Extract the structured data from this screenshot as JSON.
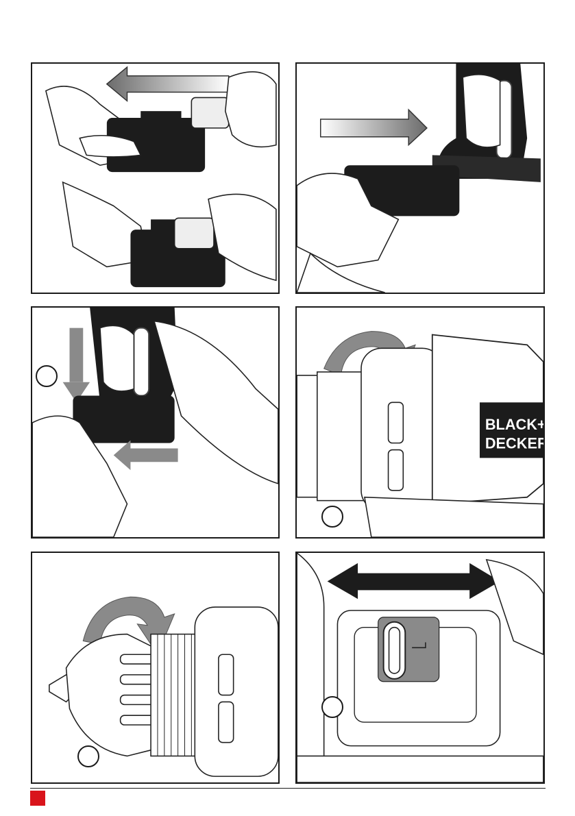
{
  "panels": [
    {
      "name": "fig-a",
      "caption": ""
    },
    {
      "name": "fig-b",
      "caption": ""
    },
    {
      "name": "fig-c",
      "caption": ""
    },
    {
      "name": "fig-d",
      "caption": ""
    },
    {
      "name": "fig-e",
      "caption": ""
    },
    {
      "name": "fig-f",
      "caption": ""
    }
  ],
  "brand": {
    "line1": "BLACK+",
    "line2": "DECKER"
  },
  "colors": {
    "accent": "#d9141b",
    "battery": "#1c1c1c",
    "arrow_gray": "#8a8a8a",
    "outline": "#1a1a1a"
  }
}
